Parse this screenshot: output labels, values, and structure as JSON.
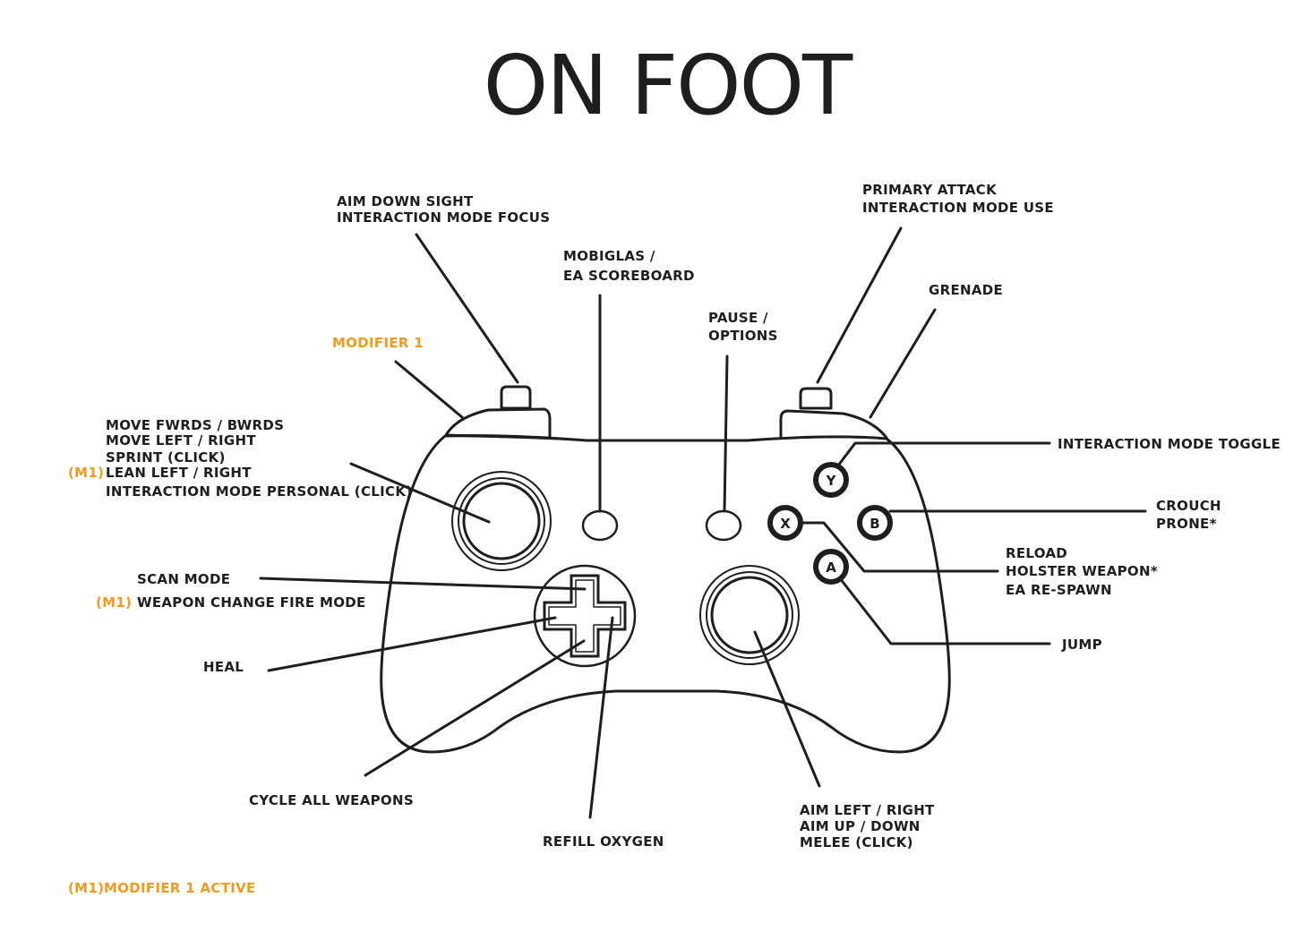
{
  "title": "ON FOOT",
  "colors": {
    "ink": "#1e1e1e",
    "modifier": "#f29a1f"
  },
  "labels": {
    "aim_down_sight": "AIM DOWN SIGHT",
    "interaction_mode_focus": "INTERACTION MODE FOCUS",
    "mobiglas_1": "MOBIGLAS /",
    "mobiglas_2": "EA SCOREBOARD",
    "primary_attack": "PRIMARY ATTACK",
    "interaction_mode_use": "INTERACTION MODE USE",
    "grenade": "GRENADE",
    "pause_1": "PAUSE /",
    "pause_2": "OPTIONS",
    "modifier_1": "MODIFIER 1",
    "move_fwrds": "MOVE FWRDS / BWRDS",
    "move_left_right": "MOVE LEFT / RIGHT",
    "sprint": "SPRINT (CLICK)",
    "lean": "LEAN LEFT / RIGHT",
    "interaction_personal": "INTERACTION MODE PERSONAL (CLICK)",
    "interaction_toggle": "INTERACTION MODE TOGGLE",
    "crouch": "CROUCH",
    "prone": "PRONE*",
    "reload": "RELOAD",
    "holster": "HOLSTER WEAPON*",
    "respawn": "EA RE-SPAWN",
    "jump": "JUMP",
    "scan_mode": "SCAN MODE",
    "weapon_fire_mode": "WEAPON CHANGE FIRE MODE",
    "heal": "HEAL",
    "cycle_weapons": "CYCLE ALL WEAPONS",
    "refill_oxygen": "REFILL OXYGEN",
    "aim_left_right": "AIM LEFT / RIGHT",
    "aim_up_down": "AIM UP / DOWN",
    "melee": "MELEE (CLICK)",
    "m1_tag": "(M1)",
    "modifier_active": "MODIFIER 1 ACTIVE"
  },
  "buttons": {
    "y": "Y",
    "b": "B",
    "x": "X",
    "a": "A"
  }
}
